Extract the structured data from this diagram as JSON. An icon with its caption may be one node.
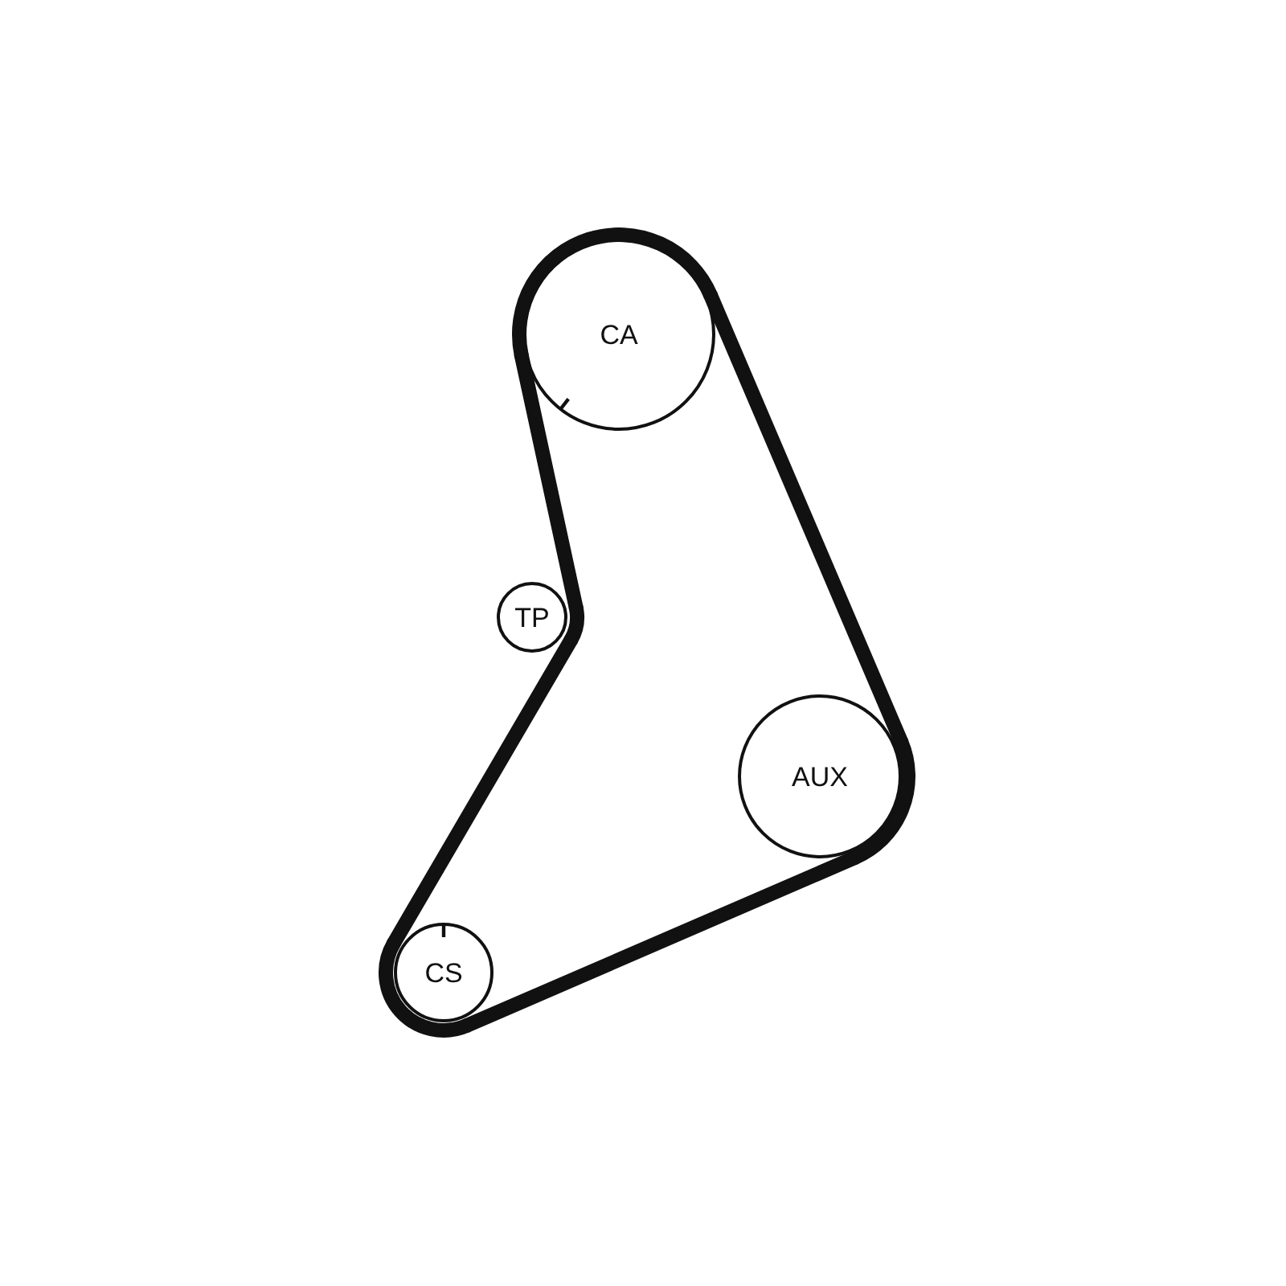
{
  "diagram": {
    "nodes": [
      {
        "text": [
          "CA"
        ]
      },
      {
        "text": [
          "TP"
        ]
      },
      {
        "text": [
          "AUX"
        ]
      },
      {
        "text": [
          "CS"
        ]
      }
    ],
    "edges": [
      {
        "from": 0,
        "to": 1,
        "arrow": "none"
      },
      {
        "from": 1,
        "to": 3,
        "arrow": "none"
      },
      {
        "from": 3,
        "to": 2,
        "arrow": "none"
      },
      {
        "from": 2,
        "to": 0,
        "arrow": "none"
      }
    ]
  }
}
